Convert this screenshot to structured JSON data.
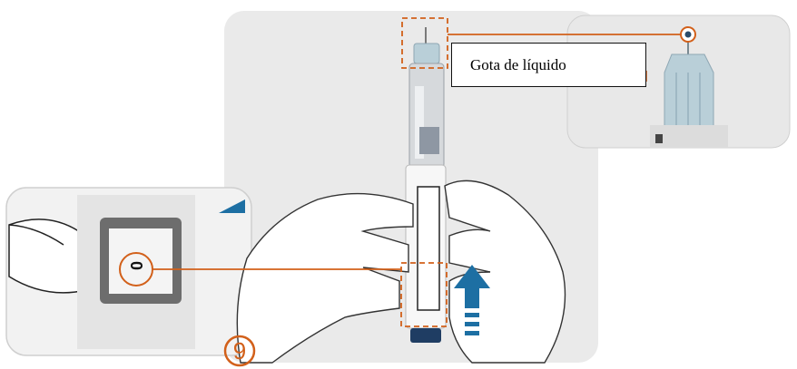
{
  "callout": {
    "label": "Gota de líquido"
  },
  "step": {
    "number": "9"
  },
  "dose_window": {
    "scale_text": "0"
  },
  "colors": {
    "accent_orange": "#d2601a",
    "arrow_blue": "#1d6fa3",
    "panel_gray": "#eaeaea",
    "needle_cap_blue": "#b9cfd8"
  },
  "icons": [
    "upward-arrow-icon",
    "step-number-badge"
  ]
}
